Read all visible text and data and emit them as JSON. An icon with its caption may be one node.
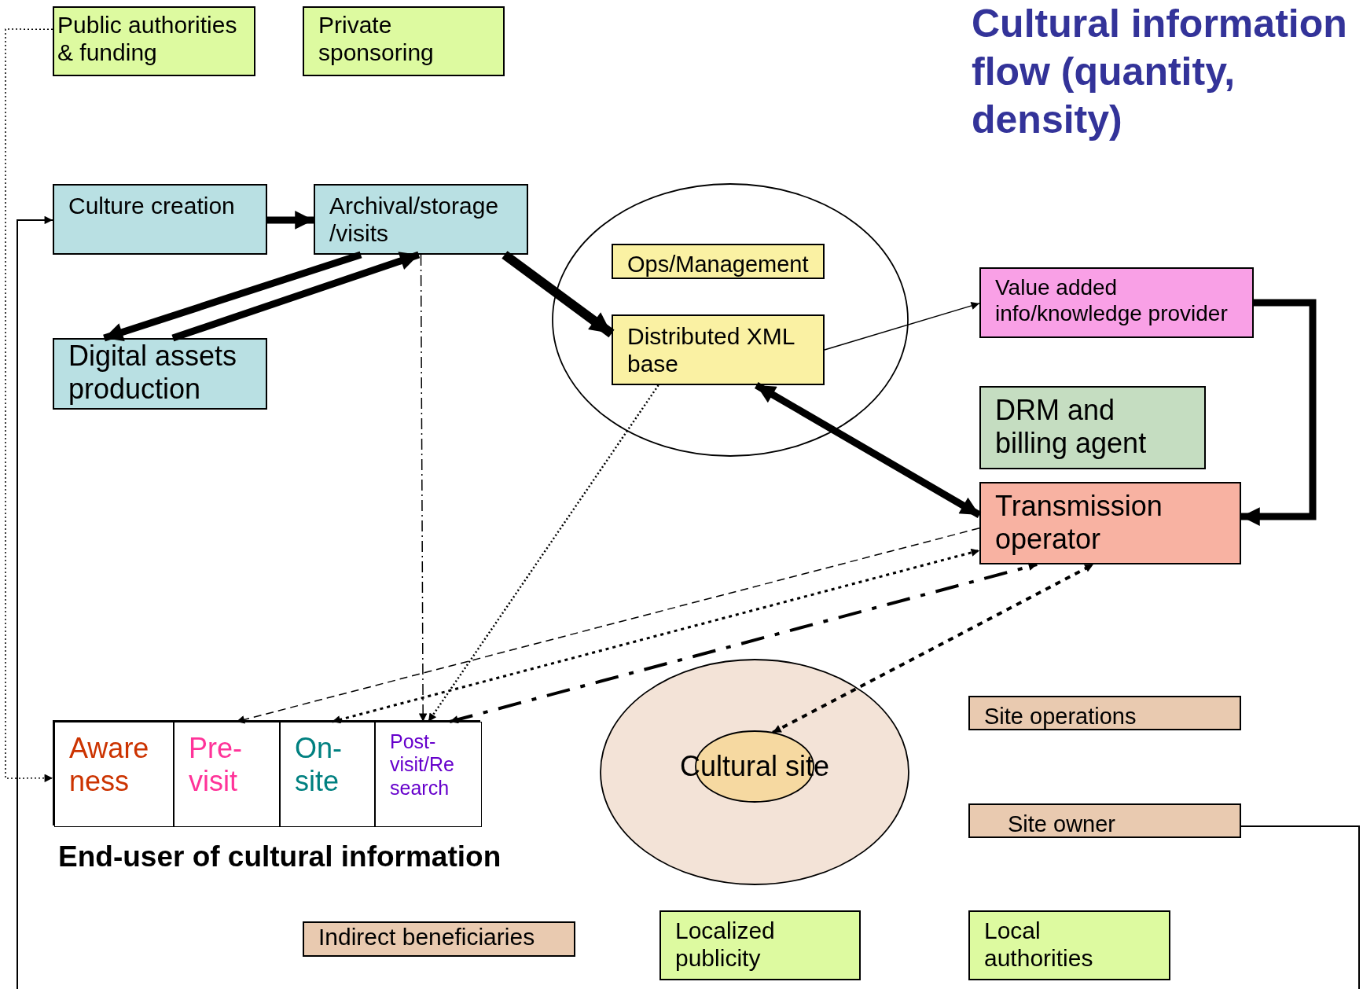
{
  "diagram": {
    "title": "Cultural information flow (quantity, density)",
    "nodes": [
      {
        "text": [
          "Public authorities & funding"
        ]
      },
      {
        "text": [
          "Private sponsoring"
        ]
      },
      {
        "text": [
          "Culture creation"
        ]
      },
      {
        "text": [
          "Archival/storage /visits"
        ]
      },
      {
        "text": [
          "Digital assets production"
        ]
      },
      {
        "text": [],
        "shape": "circle"
      },
      {
        "text": [
          "Ops/Management"
        ],
        "in": 5
      },
      {
        "text": [
          "Distributed XML base"
        ],
        "in": 5
      },
      {
        "text": [
          "Value added info/knowledge provider"
        ]
      },
      {
        "text": [
          "DRM and billing agent"
        ]
      },
      {
        "text": [
          "Transmission operator"
        ]
      },
      {
        "text": [
          "End-user of cultural information"
        ]
      },
      {
        "text": [
          "Aware ness"
        ],
        "in": 11
      },
      {
        "text": [
          "Pre- visit"
        ],
        "in": 11
      },
      {
        "text": [
          "On- site"
        ],
        "in": 11
      },
      {
        "text": [
          "Post- visit/Re search"
        ],
        "in": 11
      },
      {
        "text": [],
        "shape": "circle"
      },
      {
        "text": [
          "Cultural site"
        ],
        "in": 16
      },
      {
        "text": [
          "Site operations"
        ]
      },
      {
        "text": [
          "Site owner"
        ]
      },
      {
        "text": [
          "Indirect beneficiaries"
        ]
      },
      {
        "text": [
          "Localized publicity"
        ]
      },
      {
        "text": [
          "Local authorities"
        ]
      }
    ],
    "edges": [
      {
        "from": 0,
        "to": 11,
        "arrow": "to",
        "style": "dashed"
      },
      {
        "from": 19,
        "to": 2,
        "arrow": "to"
      },
      {
        "from": 2,
        "to": 3,
        "arrow": "to",
        "style": "thick"
      },
      {
        "from": 3,
        "to": 4,
        "arrow": "to",
        "style": "thick"
      },
      {
        "from": 4,
        "to": 3,
        "arrow": "to",
        "style": "thick"
      },
      {
        "from": 3,
        "to": 7,
        "arrow": "to",
        "style": "thick"
      },
      {
        "from": 3,
        "to": 15,
        "arrow": "to",
        "style": "dashed"
      },
      {
        "from": 7,
        "to": 15,
        "arrow": "to",
        "style": "dashed"
      },
      {
        "from": 7,
        "to": 8,
        "arrow": "to"
      },
      {
        "from": 7,
        "to": 10,
        "arrow": "both",
        "style": "thick"
      },
      {
        "from": 8,
        "to": 10,
        "arrow": "to",
        "style": "thick"
      },
      {
        "from": 10,
        "to": 13,
        "arrow": "to",
        "style": "dashed"
      },
      {
        "from": 14,
        "to": 10,
        "arrow": "both",
        "style": "dashed"
      },
      {
        "from": 15,
        "to": 10,
        "arrow": "both",
        "style": "dashed"
      },
      {
        "from": 17,
        "to": 10,
        "arrow": "both",
        "style": "dashed"
      }
    ]
  }
}
